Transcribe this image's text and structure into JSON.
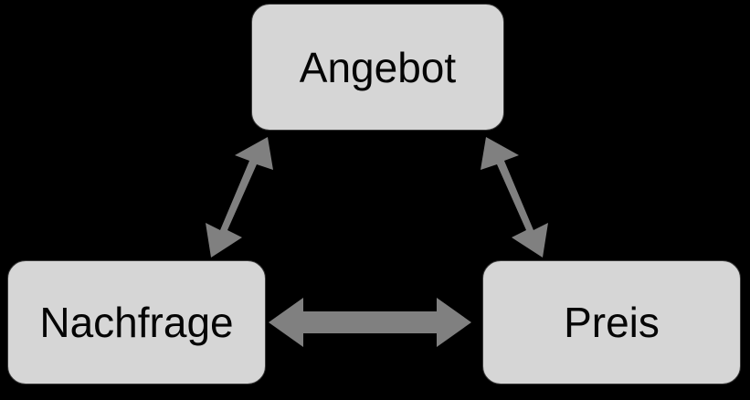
{
  "diagram": {
    "title_text": "",
    "background_color": "#000000",
    "node_fill_color": "#D6D6D6",
    "node_border_color": "#3A3A3A",
    "node_text_color": "#050505",
    "arrow_color": "#808080",
    "nodes": [
      {
        "id": "angebot",
        "label": "Angebot"
      },
      {
        "id": "nachfrage",
        "label": "Nachfrage"
      },
      {
        "id": "preis",
        "label": "Preis"
      }
    ],
    "connectors": [
      {
        "id": "angebot-nachfrage",
        "from": "Angebot",
        "to": "Nachfrage",
        "style": "double-headed",
        "orientation": "diagonal-down-left"
      },
      {
        "id": "angebot-preis",
        "from": "Angebot",
        "to": "Preis",
        "style": "double-headed",
        "orientation": "diagonal-down-right"
      },
      {
        "id": "nachfrage-preis",
        "from": "Nachfrage",
        "to": "Preis",
        "style": "double-headed",
        "orientation": "horizontal"
      }
    ]
  }
}
